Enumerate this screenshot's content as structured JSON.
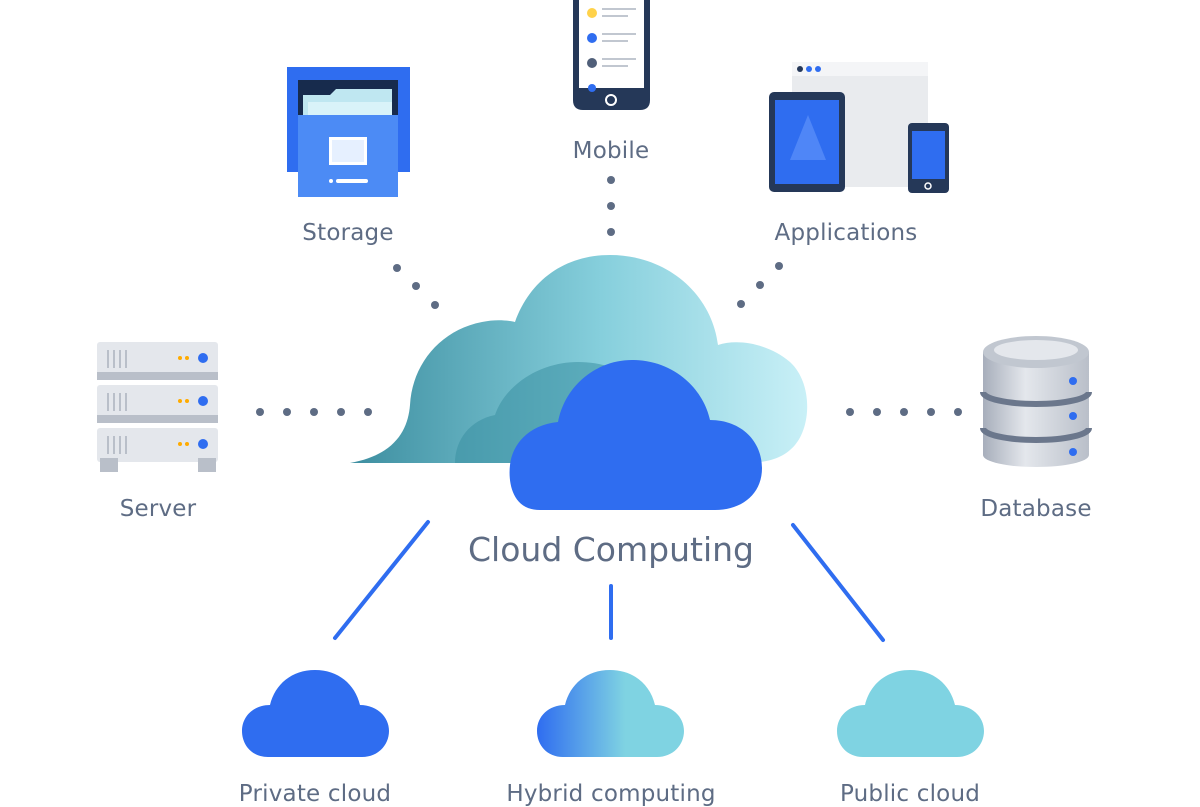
{
  "diagram": {
    "center_title": "Cloud Computing",
    "nodes": {
      "storage": "Storage",
      "mobile": "Mobile",
      "applications": "Applications",
      "server": "Server",
      "database": "Database"
    },
    "cloud_types": {
      "private": "Private cloud",
      "hybrid": "Hybrid computing",
      "public": "Public cloud"
    }
  },
  "colors": {
    "label_text": "#5e6c84",
    "primary_blue": "#2f6df0",
    "teal_light": "#7fd3e2",
    "teal_dark": "#3a8fa3",
    "dots": "#5e6c84"
  }
}
